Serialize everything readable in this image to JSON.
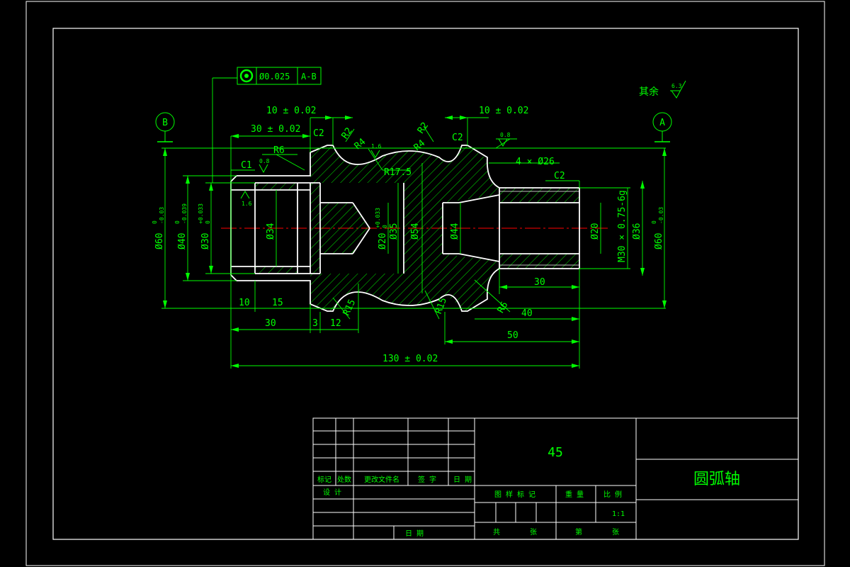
{
  "colors": {
    "background": "#000000",
    "geometry": "#ffffff",
    "dimension": "#00ff00",
    "centerline": "#ff0000"
  },
  "geometric_tolerance": {
    "symbol": "concentricity",
    "value": "Ø0.025",
    "datum": "A-B"
  },
  "datums": {
    "left": "B",
    "right": "A"
  },
  "surface_finish": {
    "general_label": "其余",
    "general_value": "6.3",
    "top_value": "0.8",
    "small_value": "1.6"
  },
  "dimensions": {
    "d_top_left": "10 ± 0.02",
    "d_30_top": "30 ± 0.02",
    "d_top_right": "10 ± 0.02",
    "c2_left": "C2",
    "c2_right": "C2",
    "c2_thread": "C2",
    "c1": "C1",
    "r2_left": "R2",
    "r2_right": "R2",
    "r4_left": "R4",
    "r4_right": "R4",
    "r6_top": "R6",
    "r6_bottom": "R6",
    "r175": "R17.5",
    "r15_left": "R15",
    "r15_right": "R15",
    "holes": "4 × Ø26",
    "dia60_left": "Ø60",
    "dia60_left_tol_up": "0",
    "dia60_left_tol_low": "-0.03",
    "dia40": "Ø40",
    "dia40_tol_up": "0",
    "dia40_tol_low": "-0.039",
    "dia30": "Ø30",
    "dia30_tol_up": "+0.033",
    "dia30_tol_low": "0",
    "dia34": "Ø34",
    "dia20_left": "Ø20",
    "dia20_left_tol_up": "+0.033",
    "dia20_left_tol_low": "0",
    "dia35": "Ø35",
    "dia54": "Ø54",
    "dia44": "Ø44",
    "dia20_right": "Ø20",
    "thread": "M30 × 0.75-6g",
    "dia36": "Ø36",
    "dia60_right": "Ø60",
    "dia60_right_tol_up": "0",
    "dia60_right_tol_low": "-0.03",
    "len_10": "10",
    "len_15": "15",
    "len_30_bottom": "30",
    "len_3": "3",
    "len_12": "12",
    "len_30_thread": "30",
    "len_40": "40",
    "len_50": "50",
    "len_total": "130 ± 0.02"
  },
  "title_block": {
    "material": "45",
    "part_name": "圆弧轴",
    "labels": {
      "mark": "标记",
      "count": "处数",
      "change_doc": "更改文件名",
      "signature": "签 字",
      "date": "日 期",
      "design": "设 计",
      "date2": "日 期",
      "stage_mark": "图 样 标 记",
      "weight": "重 量",
      "scale": "比 例",
      "total": "共",
      "sheet": "张",
      "no": "第",
      "sheet2": "张"
    },
    "scale_value": "1:1"
  }
}
